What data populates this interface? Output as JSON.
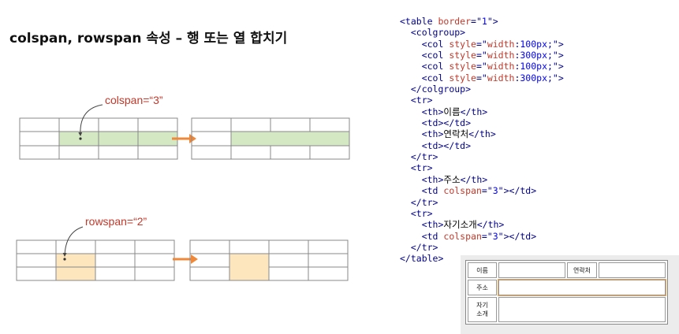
{
  "title": "colspan, rowspan 속성 – 행 또는 열 합치기",
  "labels": {
    "colspan": "colspan=“3”",
    "rowspan": "rowspan=“2”"
  },
  "colors": {
    "colspan_fill": "#d5e8c4",
    "rowspan_fill": "#fde6bd",
    "arrow": "#f0883a",
    "label": "#c0392b"
  },
  "code_lines": [
    [
      [
        "tag",
        "<table "
      ],
      [
        "attr",
        "border"
      ],
      [
        "tag",
        "=\""
      ],
      [
        "val",
        "1"
      ],
      [
        "tag",
        "\">"
      ]
    ],
    [
      [
        "txt",
        "  "
      ],
      [
        "tag",
        "<colgroup>"
      ]
    ],
    [
      [
        "txt",
        "    "
      ],
      [
        "tag",
        "<col "
      ],
      [
        "attr",
        "style"
      ],
      [
        "tag",
        "=\""
      ],
      [
        "attr",
        "width"
      ],
      [
        "tag",
        ":"
      ],
      [
        "val",
        "100px"
      ],
      [
        "tag",
        ";\">"
      ]
    ],
    [
      [
        "txt",
        "    "
      ],
      [
        "tag",
        "<col "
      ],
      [
        "attr",
        "style"
      ],
      [
        "tag",
        "=\""
      ],
      [
        "attr",
        "width"
      ],
      [
        "tag",
        ":"
      ],
      [
        "val",
        "300px"
      ],
      [
        "tag",
        ";\">"
      ]
    ],
    [
      [
        "txt",
        "    "
      ],
      [
        "tag",
        "<col "
      ],
      [
        "attr",
        "style"
      ],
      [
        "tag",
        "=\""
      ],
      [
        "attr",
        "width"
      ],
      [
        "tag",
        ":"
      ],
      [
        "val",
        "100px"
      ],
      [
        "tag",
        ";\">"
      ]
    ],
    [
      [
        "txt",
        "    "
      ],
      [
        "tag",
        "<col "
      ],
      [
        "attr",
        "style"
      ],
      [
        "tag",
        "=\""
      ],
      [
        "attr",
        "width"
      ],
      [
        "tag",
        ":"
      ],
      [
        "val",
        "300px"
      ],
      [
        "tag",
        ";\">"
      ]
    ],
    [
      [
        "txt",
        "  "
      ],
      [
        "tag",
        "</colgroup>"
      ]
    ],
    [
      [
        "txt",
        "  "
      ],
      [
        "tag",
        "<tr>"
      ]
    ],
    [
      [
        "txt",
        "    "
      ],
      [
        "tag",
        "<th>"
      ],
      [
        "txt",
        "이름"
      ],
      [
        "tag",
        "</th>"
      ]
    ],
    [
      [
        "txt",
        "    "
      ],
      [
        "tag",
        "<td></td>"
      ]
    ],
    [
      [
        "txt",
        "    "
      ],
      [
        "tag",
        "<th>"
      ],
      [
        "txt",
        "연락처"
      ],
      [
        "tag",
        "</th>"
      ]
    ],
    [
      [
        "txt",
        "    "
      ],
      [
        "tag",
        "<td></td>"
      ]
    ],
    [
      [
        "txt",
        "  "
      ],
      [
        "tag",
        "</tr>"
      ]
    ],
    [
      [
        "txt",
        "  "
      ],
      [
        "tag",
        "<tr>"
      ]
    ],
    [
      [
        "txt",
        "    "
      ],
      [
        "tag",
        "<th>"
      ],
      [
        "txt",
        "주소"
      ],
      [
        "tag",
        "</th>"
      ]
    ],
    [
      [
        "txt",
        "    "
      ],
      [
        "tag",
        "<td "
      ],
      [
        "attr",
        "colspan"
      ],
      [
        "tag",
        "=\""
      ],
      [
        "val",
        "3"
      ],
      [
        "tag",
        "\"></td>"
      ]
    ],
    [
      [
        "txt",
        "  "
      ],
      [
        "tag",
        "</tr>"
      ]
    ],
    [
      [
        "txt",
        "  "
      ],
      [
        "tag",
        "<tr>"
      ]
    ],
    [
      [
        "txt",
        "    "
      ],
      [
        "tag",
        "<th>"
      ],
      [
        "txt",
        "자기소개"
      ],
      [
        "tag",
        "</th>"
      ]
    ],
    [
      [
        "txt",
        "    "
      ],
      [
        "tag",
        "<td "
      ],
      [
        "attr",
        "colspan"
      ],
      [
        "tag",
        "=\""
      ],
      [
        "val",
        "3"
      ],
      [
        "tag",
        "\"></td>"
      ]
    ],
    [
      [
        "txt",
        "  "
      ],
      [
        "tag",
        "</tr>"
      ]
    ],
    [
      [
        "tag",
        "</table>"
      ]
    ]
  ],
  "preview": {
    "name": "이름",
    "contact": "연락처",
    "address": "주소",
    "intro_line1": "자기",
    "intro_line2": "소개"
  }
}
